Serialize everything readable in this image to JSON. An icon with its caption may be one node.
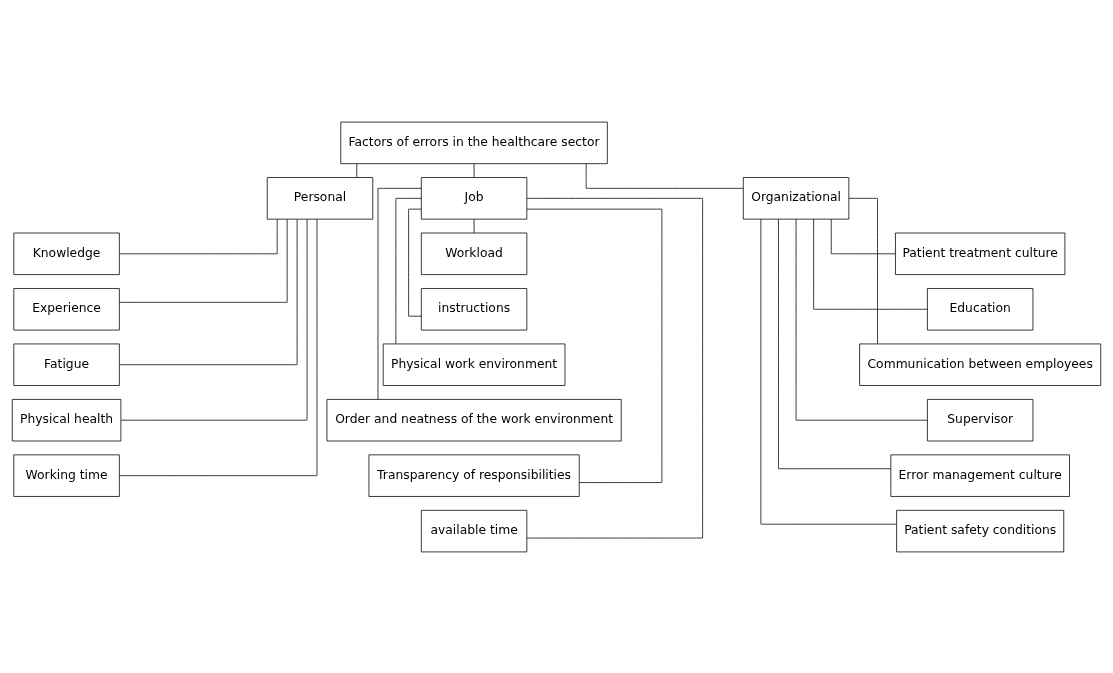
{
  "diagram": {
    "nodes": [
      {
        "text": [
          "Factors of errors in the healthcare sector"
        ]
      },
      {
        "text": [
          "Personal"
        ]
      },
      {
        "text": [
          "Knowledge"
        ]
      },
      {
        "text": [
          "Experience"
        ]
      },
      {
        "text": [
          "Fatigue"
        ]
      },
      {
        "text": [
          "Physical health"
        ]
      },
      {
        "text": [
          "Working time"
        ]
      },
      {
        "text": [
          "Job"
        ]
      },
      {
        "text": [
          "Workload"
        ]
      },
      {
        "text": [
          "instructions"
        ]
      },
      {
        "text": [
          "Physical work environment"
        ]
      },
      {
        "text": [
          "Order and neatness of the work environment"
        ]
      },
      {
        "text": [
          "Transparency of responsibilities"
        ]
      },
      {
        "text": [
          "available time"
        ]
      },
      {
        "text": [
          "Organizational"
        ]
      },
      {
        "text": [
          "Patient treatment culture"
        ]
      },
      {
        "text": [
          "Education"
        ]
      },
      {
        "text": [
          "Communication between employees"
        ]
      },
      {
        "text": [
          "Supervisor"
        ]
      },
      {
        "text": [
          "Error management culture"
        ]
      },
      {
        "text": [
          "Patient safety conditions"
        ]
      }
    ],
    "edges": [
      {
        "from": 0,
        "to": 1,
        "arrow": "none"
      },
      {
        "from": 0,
        "to": 7,
        "arrow": "none"
      },
      {
        "from": 0,
        "to": 14,
        "arrow": "none"
      },
      {
        "from": 1,
        "to": 2,
        "arrow": "none"
      },
      {
        "from": 1,
        "to": 3,
        "arrow": "none"
      },
      {
        "from": 1,
        "to": 4,
        "arrow": "none"
      },
      {
        "from": 1,
        "to": 5,
        "arrow": "none"
      },
      {
        "from": 1,
        "to": 6,
        "arrow": "none"
      },
      {
        "from": 7,
        "to": 8,
        "arrow": "none"
      },
      {
        "from": 7,
        "to": 9,
        "arrow": "none"
      },
      {
        "from": 7,
        "to": 10,
        "arrow": "none"
      },
      {
        "from": 7,
        "to": 11,
        "arrow": "none"
      },
      {
        "from": 7,
        "to": 12,
        "arrow": "none"
      },
      {
        "from": 7,
        "to": 13,
        "arrow": "none"
      },
      {
        "from": 14,
        "to": 15,
        "arrow": "none"
      },
      {
        "from": 14,
        "to": 16,
        "arrow": "none"
      },
      {
        "from": 14,
        "to": 17,
        "arrow": "none"
      },
      {
        "from": 14,
        "to": 18,
        "arrow": "none"
      },
      {
        "from": 14,
        "to": 19,
        "arrow": "none"
      },
      {
        "from": 14,
        "to": 20,
        "arrow": "none"
      }
    ]
  }
}
